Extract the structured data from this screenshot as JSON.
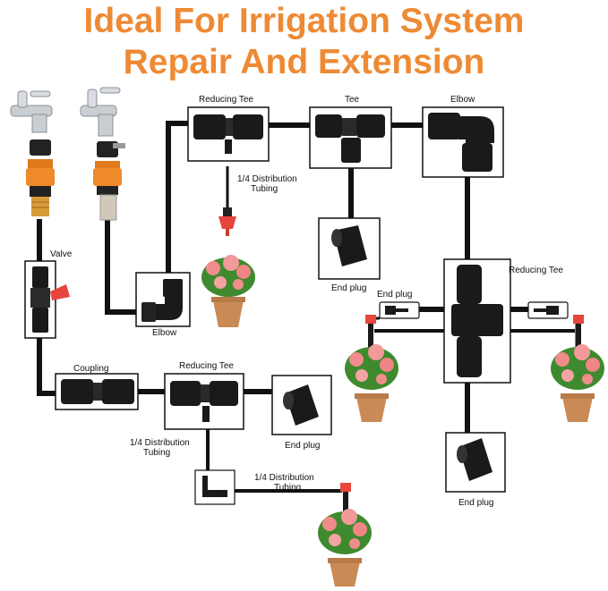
{
  "title": {
    "line1": "Ideal For Irrigation System",
    "line2": "Repair And Extension"
  },
  "labels": {
    "valve": "Valve",
    "elbow_small": "Elbow",
    "reducing_tee_top": "Reducing Tee",
    "tee_top": "Tee",
    "elbow_top": "Elbow",
    "distribution_tubing_top": [
      "1/4 Distribution",
      "Tubing"
    ],
    "end_plug_mid": "End plug",
    "end_plug_small": "End plug",
    "reducing_tee_right": "Reducing Tee",
    "coupling": "Coupling",
    "reducing_tee_bottom": "Reducing Tee",
    "end_plug_bottom": "End plug",
    "distribution_tubing_left": [
      "1/4 Distribution",
      "Tubing"
    ],
    "distribution_tubing_bottom": [
      "1/4 Distribution",
      "Tubing"
    ],
    "end_plug_right": "End plug"
  },
  "colors": {
    "title": "#ee8a34",
    "tubing": "#111111",
    "fitting": "#1a1a1a",
    "brass_orange": "#e07a1c",
    "valve_handle": "#e8453c",
    "flower_pink": "#f08c8c",
    "pot": "#c98a55",
    "leaf": "#3f8a2e",
    "chrome": "#c9ced3"
  }
}
